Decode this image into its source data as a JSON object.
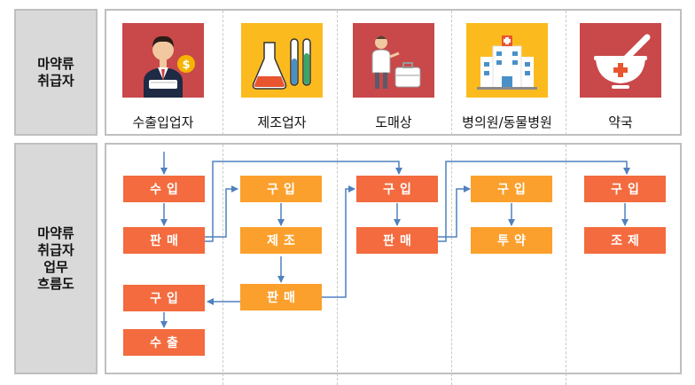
{
  "row_labels": {
    "handlers": "마약류\n취급자",
    "workflow": "마약류\n취급자\n업무\n흐름도"
  },
  "entities": [
    {
      "name": "수출입업자",
      "icon": "business-person-money-icon"
    },
    {
      "name": "제조업자",
      "icon": "lab-flask-test-tubes-icon"
    },
    {
      "name": "도매상",
      "icon": "doctor-luggage-icon"
    },
    {
      "name": "병의원/동물병원",
      "icon": "hospital-building-icon"
    },
    {
      "name": "약국",
      "icon": "mortar-pestle-icon"
    }
  ],
  "flow": {
    "col1": {
      "import": "수입",
      "sell": "판매",
      "purchase": "구입",
      "export": "수출"
    },
    "col2": {
      "purchase": "구입",
      "manufacture": "제조",
      "sell": "판매"
    },
    "col3": {
      "purchase": "구입",
      "sell": "판매"
    },
    "col4": {
      "purchase": "구입",
      "administer": "투약"
    },
    "col5": {
      "purchase": "구입",
      "dispense": "조제"
    }
  },
  "colors": {
    "red_box": "#f36b3e",
    "orange_box": "#fba02d",
    "icon_red_bg": "#c9484a",
    "icon_yellow_bg": "#fbbb1f",
    "arrow": "#4f81bd",
    "label_bg": "#d9d9d9"
  }
}
